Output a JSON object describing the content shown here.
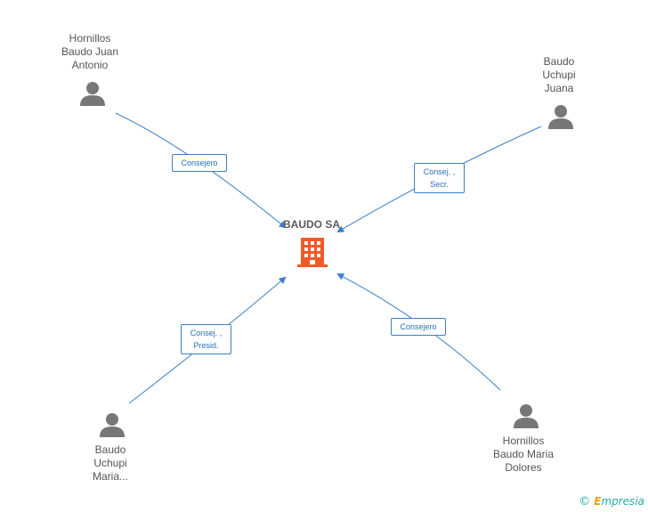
{
  "company": {
    "name": "BAUDO SA"
  },
  "people": [
    {
      "id": "hornillos-baudo-juan-antonio",
      "lines": [
        "Hornillos",
        "Baudo Juan",
        "Antonio"
      ],
      "role_lines": [
        "Consejero"
      ]
    },
    {
      "id": "baudo-uchupi-juana",
      "lines": [
        "Baudo",
        "Uchupi",
        "Juana"
      ],
      "role_lines": [
        "Consej. ,",
        "Secr."
      ]
    },
    {
      "id": "baudo-uchupi-maria",
      "lines": [
        "Baudo",
        "Uchupi",
        "Maria..."
      ],
      "role_lines": [
        "Consej. ,",
        "Presid."
      ]
    },
    {
      "id": "hornillos-baudo-maria-dolores",
      "lines": [
        "Hornillos",
        "Baudo Maria",
        "Dolores"
      ],
      "role_lines": [
        "Consejero"
      ]
    }
  ],
  "footer": {
    "copyright_symbol": "©",
    "brand_initial": "E",
    "brand_rest": "mpresia"
  },
  "colors": {
    "edge": "#3a7fc8",
    "person": "#777777",
    "company": "#f05a28",
    "brand": "#2aa8a0"
  },
  "icons": {
    "person": "person-icon",
    "company": "building-icon"
  }
}
